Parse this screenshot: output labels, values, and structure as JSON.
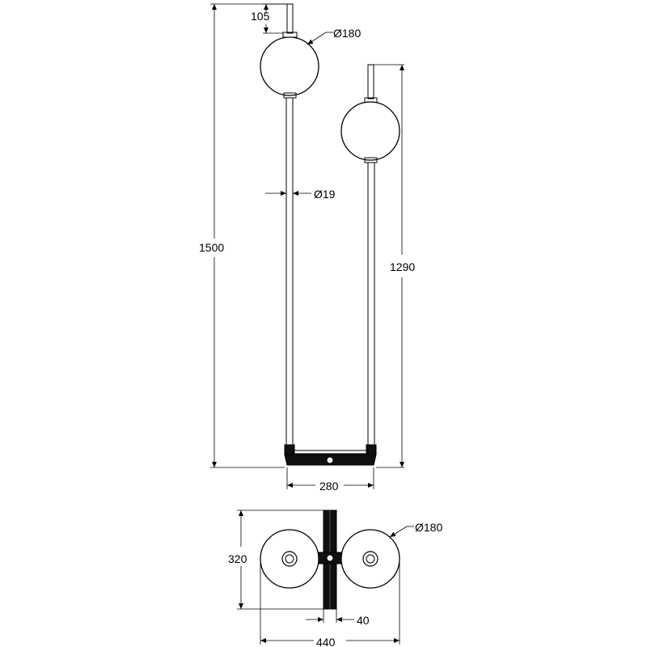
{
  "drawing": {
    "front_view": {
      "top_offset": "105",
      "globe_diameter": "Ø180",
      "rod_diameter": "Ø19",
      "total_height": "1500",
      "short_height": "1290",
      "base_width": "280"
    },
    "top_view": {
      "base_depth": "320",
      "globe_diameter": "Ø180",
      "spacing": "40",
      "overall_width": "440"
    }
  }
}
